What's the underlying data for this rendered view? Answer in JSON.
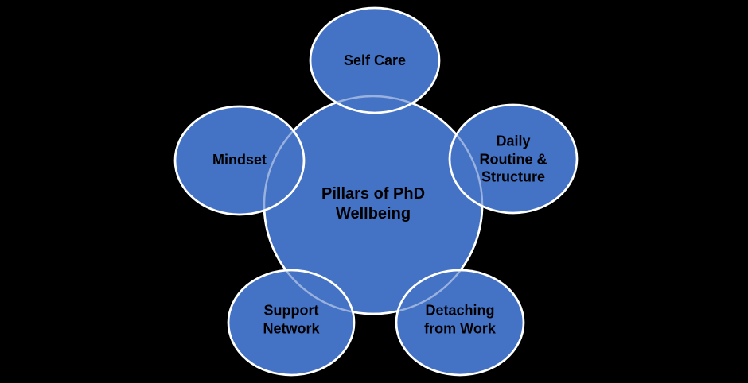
{
  "background_color": "#000000",
  "diagram": {
    "type": "radial-cycle",
    "node_fill_color": "#4472C4",
    "node_stroke_color": "#FFFFFF",
    "label_color": "#000000",
    "center": {
      "id": "pillars-of-phd-wellbeing",
      "label": "Pillars of PhD\nWellbeing"
    },
    "nodes": [
      {
        "id": "self-care",
        "label": "Self Care",
        "position": "top"
      },
      {
        "id": "daily-routine-structure",
        "label": "Daily\nRoutine &\nStructure",
        "position": "right"
      },
      {
        "id": "detaching-from-work",
        "label": "Detaching\nfrom Work",
        "position": "bottom-right"
      },
      {
        "id": "support-network",
        "label": "Support\nNetwork",
        "position": "bottom-left"
      },
      {
        "id": "mindset",
        "label": "Mindset",
        "position": "left"
      }
    ]
  }
}
